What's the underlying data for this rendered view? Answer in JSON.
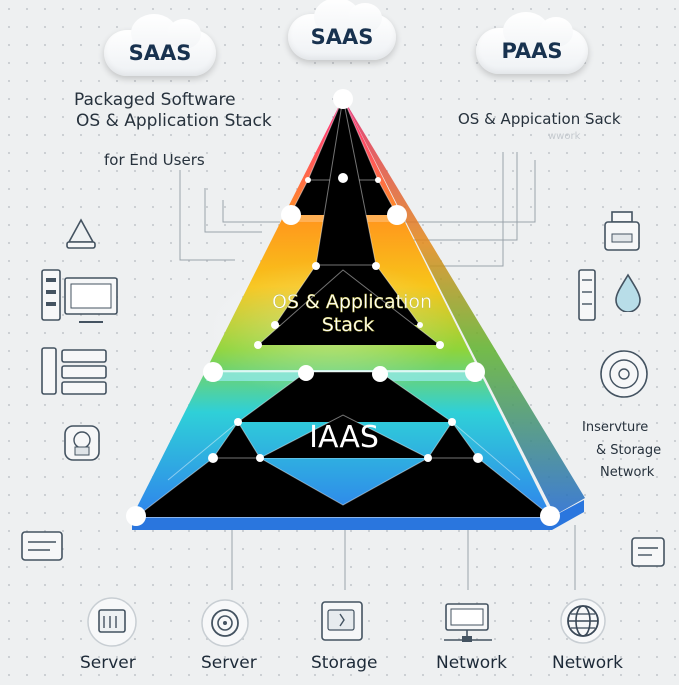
{
  "clouds": [
    "SAAS",
    "SAAS",
    "PAAS"
  ],
  "left_text": {
    "line1": "Packaged Software",
    "line2": "OS & Application Stack",
    "line3": "for End Users"
  },
  "right_text": {
    "top": "OS & Appication Sack",
    "faint": "wwork",
    "inf1": "Inservture",
    "inf2": "& Storage",
    "inf3": "Network"
  },
  "pyramid": {
    "middle_line1": "OS & Application",
    "middle_line2": "Stack",
    "bottom": "IAAS"
  },
  "bottom_items": [
    {
      "label": "Server",
      "icon": "server-rack-icon"
    },
    {
      "label": "Server",
      "icon": "server-disc-icon"
    },
    {
      "label": "Storage",
      "icon": "storage-icon"
    },
    {
      "label": "Network",
      "icon": "network-monitor-icon"
    },
    {
      "label": "Network",
      "icon": "globe-icon"
    }
  ],
  "colors": {
    "top": "#ff2d82",
    "orange": "#ff9a1c",
    "yellow": "#f7c51a",
    "green": "#7fd233",
    "cyan": "#2fd0d8",
    "blue": "#2f83ec"
  }
}
